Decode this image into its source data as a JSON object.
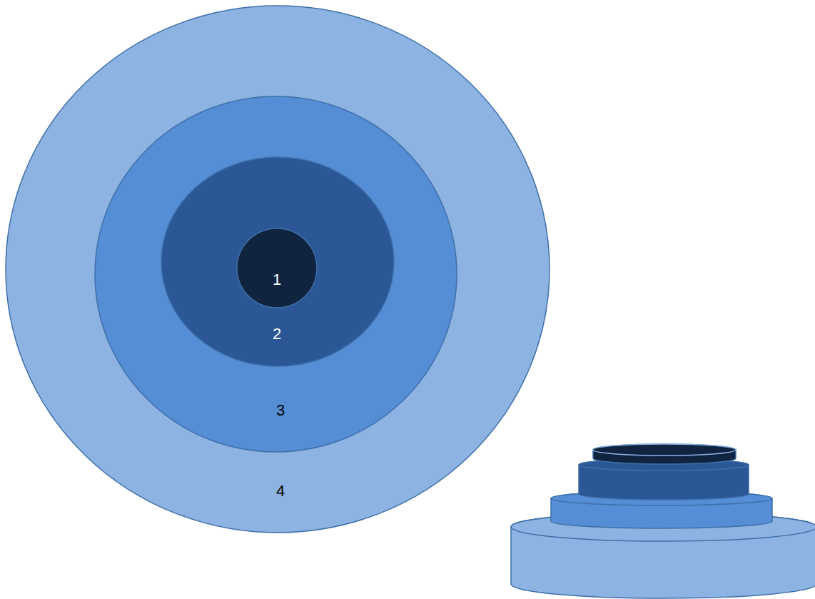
{
  "diagram": {
    "nodes": [
      {
        "text": [
          "4"
        ]
      },
      {
        "text": [
          "3"
        ],
        "in": 0
      },
      {
        "text": [
          "2"
        ],
        "in": 1
      },
      {
        "text": [
          "1"
        ],
        "in": 2
      }
    ]
  }
}
